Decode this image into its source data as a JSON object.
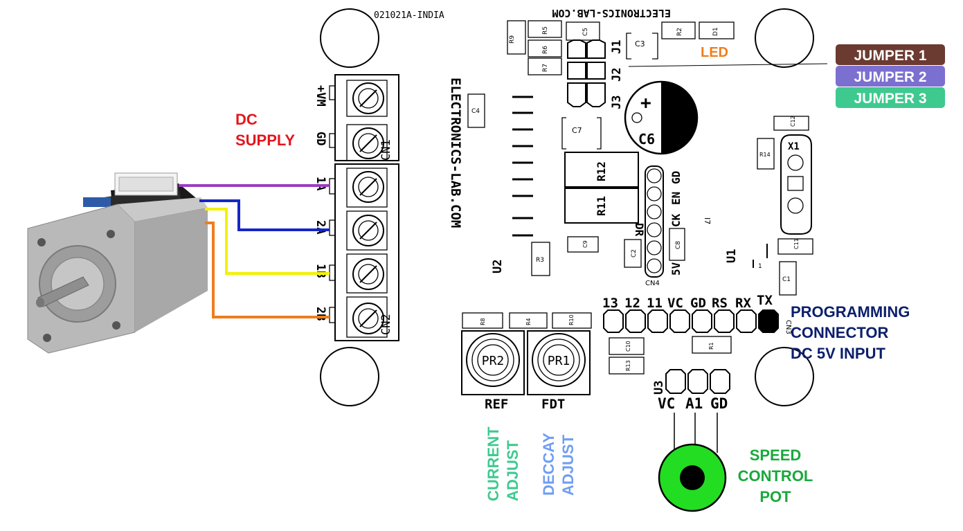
{
  "board": {
    "brand_top": "ELECTRONICS-LAB.COM",
    "brand_side": "ELECTRONICS-LAB.COM",
    "part_code": "021021A-INDIA"
  },
  "terminals": {
    "cn1_label": "CN1",
    "cn2_label": "CN2",
    "pins": [
      "+VM",
      "GD",
      "1A",
      "2A",
      "1B",
      "2B"
    ]
  },
  "jumpers": {
    "j1": "J1",
    "j2": "J2",
    "j3": "J3"
  },
  "components": {
    "r2": "R2",
    "d1": "D1",
    "r9": "R9",
    "r5": "R5",
    "c5": "C5",
    "r6": "R6",
    "r7": "R7",
    "c3": "C3",
    "c4": "C4",
    "c7": "C7",
    "c6": "C6",
    "c6_plus": "+",
    "r12": "R12",
    "r11": "R11",
    "r14": "R14",
    "x1": "X1",
    "c12": "C12",
    "c11": "C11",
    "c1": "C1",
    "c9": "C9",
    "c2": "C2",
    "c8": "C8",
    "r3": "R3",
    "u2": "U2",
    "u1": "U1",
    "u1_pin1": "1",
    "r8": "R8",
    "r4": "R4",
    "r10": "R10",
    "c10": "C10",
    "r13": "R13",
    "r1": "R1",
    "u3": "U3",
    "i7": "I7",
    "cn3": "CN3",
    "cn4": "CN4"
  },
  "cn4_pins": {
    "dr": "DR",
    "ck": "CK",
    "en": "EN",
    "gd": "GD",
    "v5": "5V"
  },
  "prog_header": {
    "pins": [
      "13",
      "12",
      "11",
      "VC",
      "GD",
      "RS",
      "RX",
      "TX"
    ]
  },
  "pot_header": {
    "pins": [
      "VC",
      "A1",
      "GD"
    ]
  },
  "trimmers": {
    "pr2": "PR2",
    "pr1": "PR1",
    "ref": "REF",
    "fdt": "FDT"
  },
  "callouts": {
    "dc_supply": [
      "DC",
      "SUPPLY"
    ],
    "led": "LED",
    "programming": [
      "PROGRAMMING",
      "CONNECTOR",
      "DC 5V INPUT"
    ],
    "current": [
      "CURRENT",
      "ADJUST"
    ],
    "deccay": [
      "DECCAY",
      "ADJUST"
    ],
    "speed": [
      "SPEED",
      "CONTROL",
      "POT"
    ]
  },
  "legend": [
    {
      "label": "JUMPER 1",
      "color": "#6b3a30"
    },
    {
      "label": "JUMPER 2",
      "color": "#7b6fd0"
    },
    {
      "label": "JUMPER 3",
      "color": "#3ec98f"
    }
  ],
  "colors": {
    "dc_supply": "#e4161c",
    "led": "#f07d1c",
    "programming": "#0b1f6b",
    "current": "#3ec98f",
    "deccay": "#6f9ef2",
    "speed": "#1aa83c",
    "pot_green": "#22dd22",
    "wire_1a": "#9b3bc2",
    "wire_2a": "#1526c8",
    "wire_1b": "#f2f200",
    "wire_2b": "#f07d1c"
  }
}
